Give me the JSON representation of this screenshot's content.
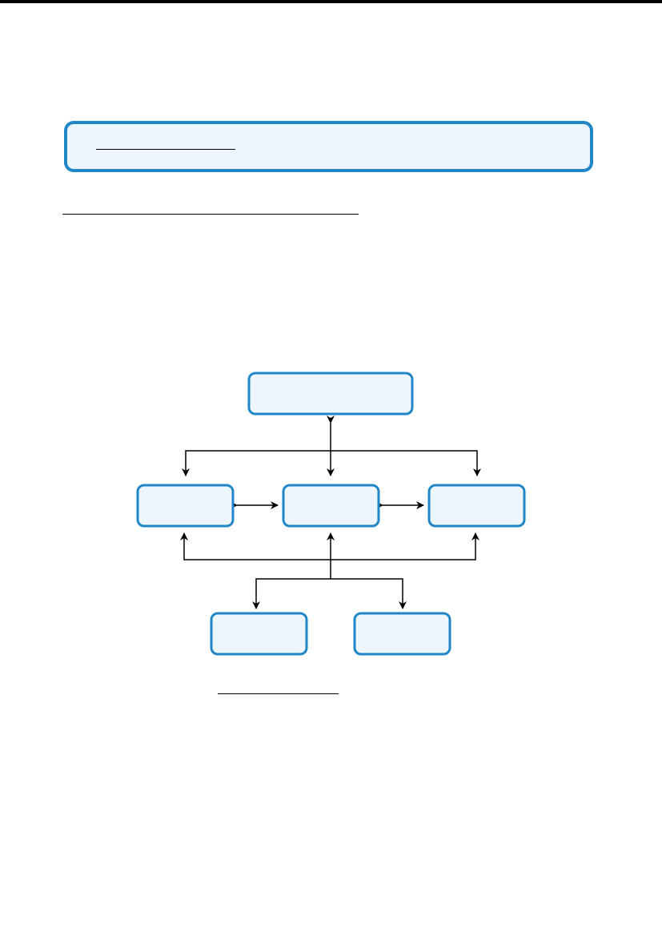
{
  "page": {
    "accent_color": "#1f86c8",
    "box_fill_color": "#eef6fd",
    "top_rule_color": "#000000"
  },
  "diagram": {
    "nodes": [
      {
        "id": "top",
        "label": ""
      },
      {
        "id": "middle-left",
        "label": ""
      },
      {
        "id": "middle-center",
        "label": ""
      },
      {
        "id": "middle-right",
        "label": ""
      },
      {
        "id": "bottom-left",
        "label": ""
      },
      {
        "id": "bottom-right",
        "label": ""
      }
    ],
    "edges": [
      {
        "from": "top",
        "to": "middle-left",
        "direction": "bidirectional"
      },
      {
        "from": "top",
        "to": "middle-center",
        "direction": "bidirectional"
      },
      {
        "from": "top",
        "to": "middle-right",
        "direction": "bidirectional"
      },
      {
        "from": "middle-left",
        "to": "middle-center",
        "direction": "bidirectional"
      },
      {
        "from": "middle-center",
        "to": "middle-right",
        "direction": "bidirectional"
      },
      {
        "from": "middle-center",
        "to": "middle-left",
        "direction": "forward"
      },
      {
        "from": "middle-center",
        "to": "middle-right",
        "direction": "forward"
      },
      {
        "from": "middle-center",
        "to": "bottom-left",
        "direction": "forward"
      },
      {
        "from": "middle-center",
        "to": "bottom-right",
        "direction": "forward"
      }
    ]
  }
}
